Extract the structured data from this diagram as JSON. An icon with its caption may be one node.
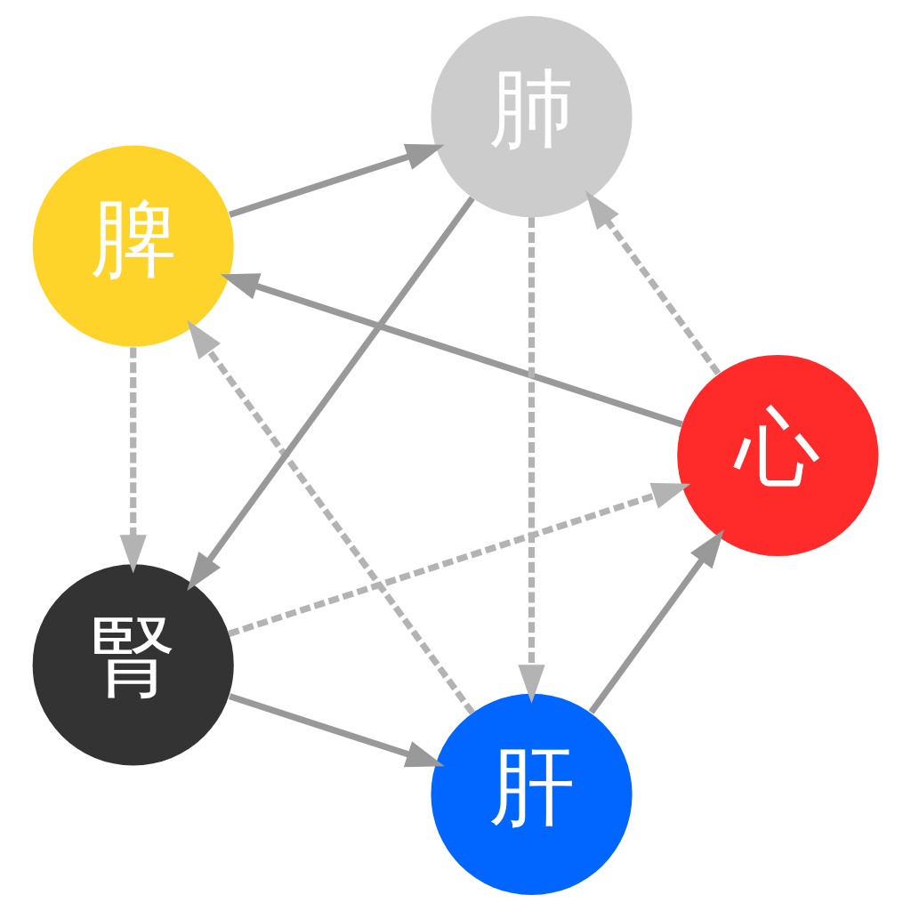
{
  "diagram": {
    "nodes": [
      {
        "text": [
          "肝"
        ]
      },
      {
        "text": [
          "心"
        ]
      },
      {
        "text": [
          "脾"
        ]
      },
      {
        "text": [
          "肺"
        ]
      },
      {
        "text": [
          "腎"
        ]
      }
    ],
    "edges": [
      {
        "from": 0,
        "to": 1,
        "arrow": "to"
      },
      {
        "from": 1,
        "to": 2,
        "arrow": "to"
      },
      {
        "from": 2,
        "to": 3,
        "arrow": "to"
      },
      {
        "from": 3,
        "to": 4,
        "arrow": "to"
      },
      {
        "from": 4,
        "to": 0,
        "arrow": "to"
      },
      {
        "from": 0,
        "to": 2,
        "arrow": "to",
        "style": "dashed",
        "color": "#b3b3b3"
      },
      {
        "from": 2,
        "to": 4,
        "arrow": "to",
        "style": "dashed",
        "color": "#b3b3b3"
      },
      {
        "from": 4,
        "to": 1,
        "arrow": "to",
        "style": "dashed",
        "color": "#b3b3b3"
      },
      {
        "from": 1,
        "to": 3,
        "arrow": "to",
        "style": "dashed",
        "color": "#b3b3b3"
      },
      {
        "from": 3,
        "to": 0,
        "arrow": "to",
        "style": "dashed",
        "color": "#b3b3b3"
      }
    ]
  }
}
